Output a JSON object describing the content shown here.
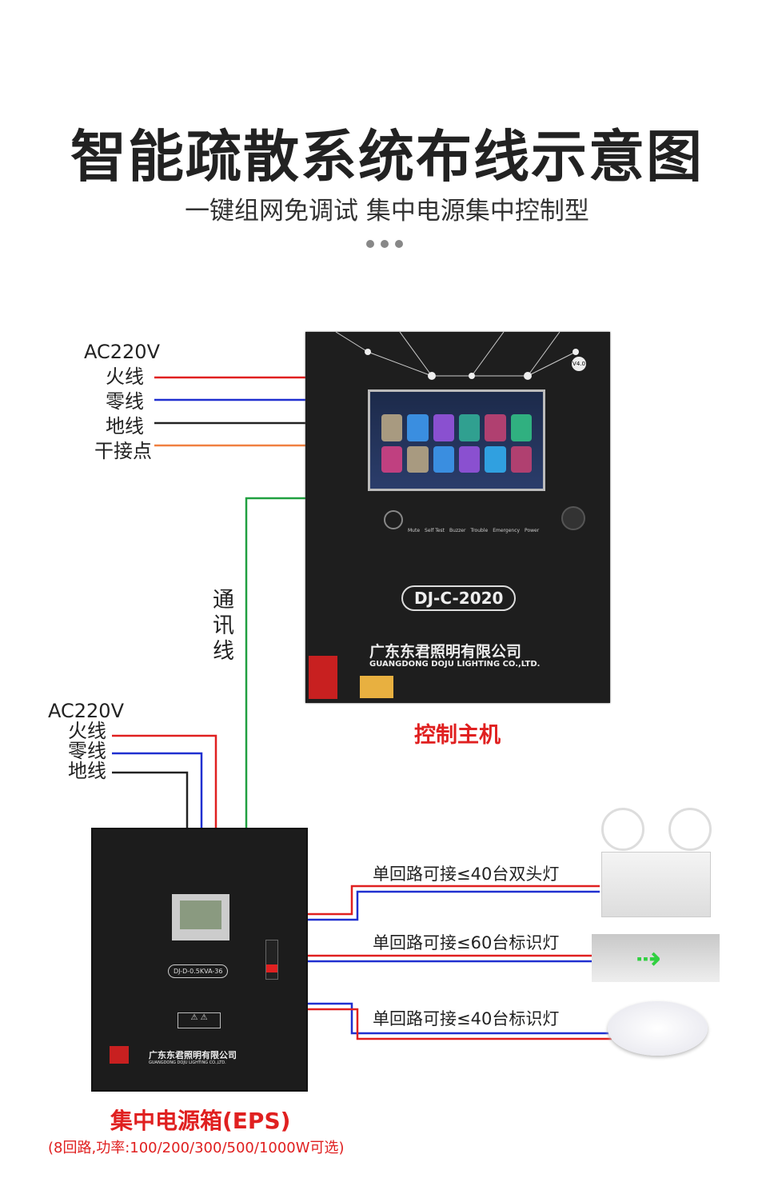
{
  "header": {
    "title": "智能疏散系统布线示意图",
    "subtitle": "一键组网免调试 集中电源集中控制型"
  },
  "controller_inputs": {
    "voltage": "AC220V",
    "live": "火线",
    "neutral": "零线",
    "ground": "地线",
    "dry_contact": "干接点"
  },
  "comm_line": "通讯线",
  "controller": {
    "model": "DJ-C-2020",
    "company_cn": "广东东君照明有限公司",
    "company_en": "GUANGDONG DOJU LIGHTING CO.,LTD.",
    "badge": "V4.0",
    "buttons": [
      "Mute",
      "Self Test",
      "Buzzer",
      "Trouble",
      "Emergency",
      "Power"
    ],
    "caption": "控制主机"
  },
  "eps_inputs": {
    "voltage": "AC220V",
    "live": "火线",
    "neutral": "零线",
    "ground": "地线"
  },
  "eps": {
    "model": "DJ-D-0.5KVA-36",
    "company_cn": "广东东君照明有限公司",
    "company_en": "GUANGDONG DOJU LIGHTING CO.,LTD.",
    "caption": "集中电源箱(EPS)",
    "note": "(8回路,功率:100/200/300/500/1000W可选)"
  },
  "branches": [
    {
      "label": "单回路可接≤40台双头灯"
    },
    {
      "label": "单回路可接≤60台标识灯"
    },
    {
      "label": "单回路可接≤40台标识灯"
    }
  ],
  "colors": {
    "live": "#e02020",
    "neutral": "#2030d0",
    "ground": "#222222",
    "dry": "#f08040",
    "comm": "#20a040"
  }
}
